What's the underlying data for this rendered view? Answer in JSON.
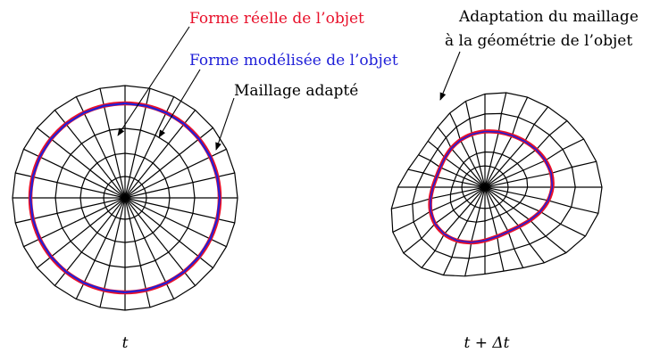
{
  "labels": {
    "real_shape": "Forme réelle de l’objet",
    "modeled_shape": "Forme modélisée de l’objet",
    "adapted_mesh": "Maillage adapté",
    "adaptation_line1": "Adaptation du maillage",
    "adaptation_line2": "à la géométrie de l’objet",
    "time_left": "t",
    "time_right": "t + Δt"
  },
  "colors": {
    "real_shape": "#e8102a",
    "modeled_shape": "#2020d8",
    "mesh": "#000000"
  },
  "mesh": {
    "spokes": 28,
    "rings": 5,
    "object_ring": 3
  }
}
